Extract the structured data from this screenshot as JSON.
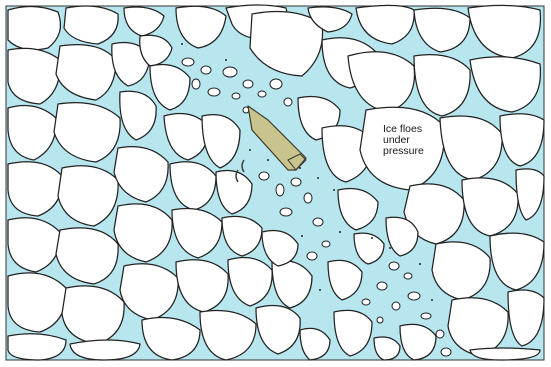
{
  "annotation": {
    "text": "Ice floes\nunder\npressure"
  },
  "colors": {
    "water": "#b7e6ef",
    "ice": "#ffffff",
    "outline": "#222222",
    "ship_hull": "#c9c48e",
    "ship_outline": "#3a3a2a",
    "page_background": "#ffffff"
  },
  "elements": {
    "ship": "icebreaker ship moving through lead",
    "water": "open water lead",
    "floes": "ice floes"
  }
}
